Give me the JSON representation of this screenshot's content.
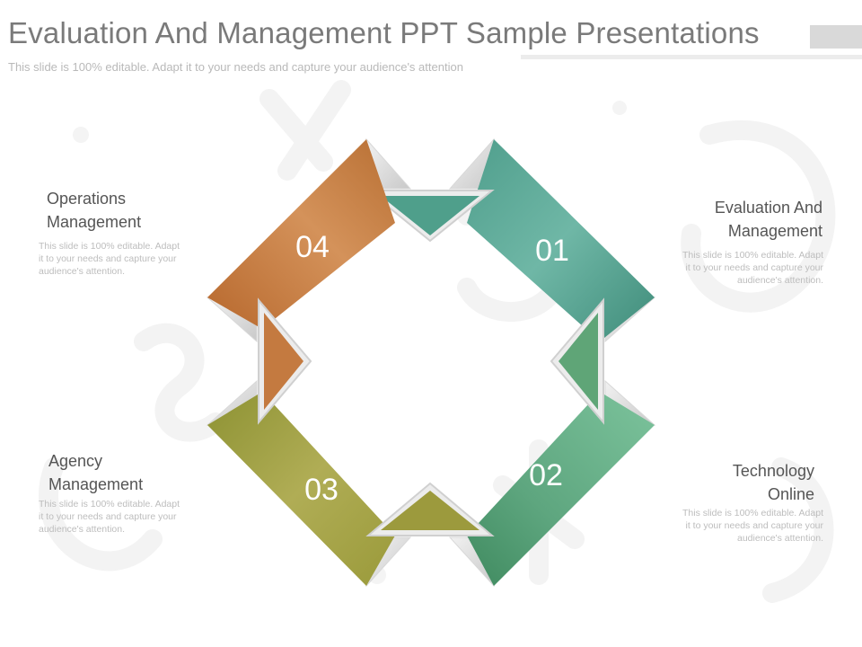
{
  "slide": {
    "title": "Evaluation And Management PPT Sample Presentations",
    "subtitle": "This slide is 100% editable. Adapt it to your needs and capture your audience's attention"
  },
  "segments": [
    {
      "number": "01",
      "color": "#55a896"
    },
    {
      "number": "02",
      "color": "#5ba57d"
    },
    {
      "number": "03",
      "color": "#a7a74b"
    },
    {
      "number": "04",
      "color": "#c57e43"
    }
  ],
  "callouts": {
    "top_left": {
      "title_line1": "Operations",
      "title_line2": "Management",
      "desc_line1": "This slide is 100% editable. Adapt",
      "desc_line2": "it to your needs and capture your",
      "desc_line3": "audience's attention."
    },
    "top_right": {
      "title_line1": "Evaluation And",
      "title_line2": "Management",
      "desc_line1": "This slide is 100% editable. Adapt",
      "desc_line2": "it to your needs and capture your",
      "desc_line3": "audience's attention."
    },
    "bottom_left": {
      "title_line1": "Agency",
      "title_line2": "Management",
      "desc_line1": "This slide is 100% editable. Adapt",
      "desc_line2": "it to your needs and capture your",
      "desc_line3": "audience's attention."
    },
    "bottom_right": {
      "title_line1": "Technology",
      "title_line2": "Online",
      "desc_line1": "This slide is 100% editable. Adapt",
      "desc_line2": "it to your needs and capture your",
      "desc_line3": "audience's attention."
    }
  }
}
